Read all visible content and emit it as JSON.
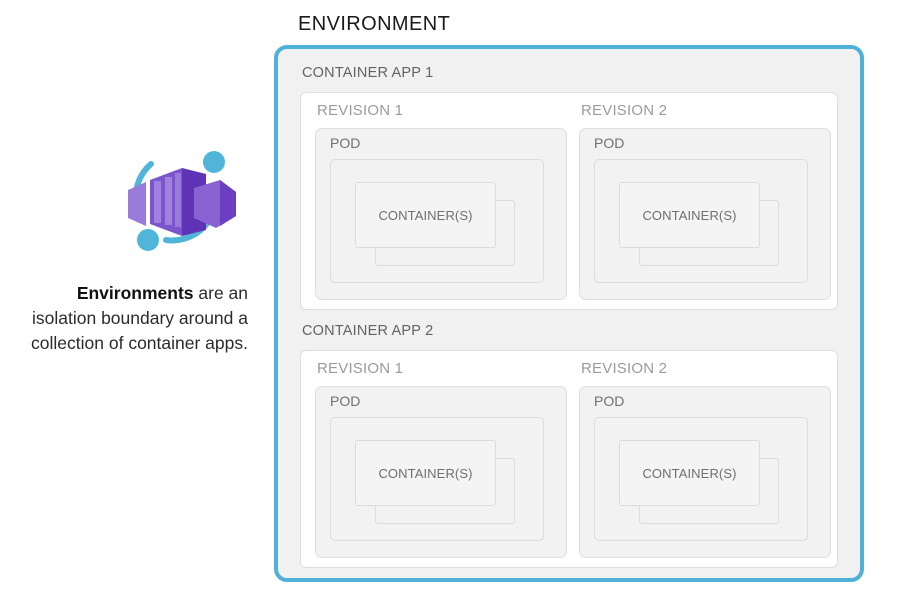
{
  "diagram": {
    "title": "ENVIRONMENT",
    "accent_color": "#4FB0D8",
    "icon": {
      "name": "azure-container-apps-icon",
      "purple": "#8661C5",
      "purple_dark": "#6B3FC0",
      "purple_light": "#A083DC",
      "cyan": "#50B5D9"
    },
    "caption": {
      "bold_text": "Environments",
      "rest_text": " are an isolation boundary around a collection of container apps."
    },
    "container_apps": [
      {
        "label": "CONTAINER APP 1",
        "revisions": [
          {
            "label": "REVISION 1",
            "pod_label": "POD",
            "container_label": "CONTAINER(S)"
          },
          {
            "label": "REVISION 2",
            "pod_label": "POD",
            "container_label": "CONTAINER(S)"
          }
        ]
      },
      {
        "label": "CONTAINER APP 2",
        "revisions": [
          {
            "label": "REVISION 1",
            "pod_label": "POD",
            "container_label": "CONTAINER(S)"
          },
          {
            "label": "REVISION 2",
            "pod_label": "POD",
            "container_label": "CONTAINER(S)"
          }
        ]
      }
    ]
  }
}
